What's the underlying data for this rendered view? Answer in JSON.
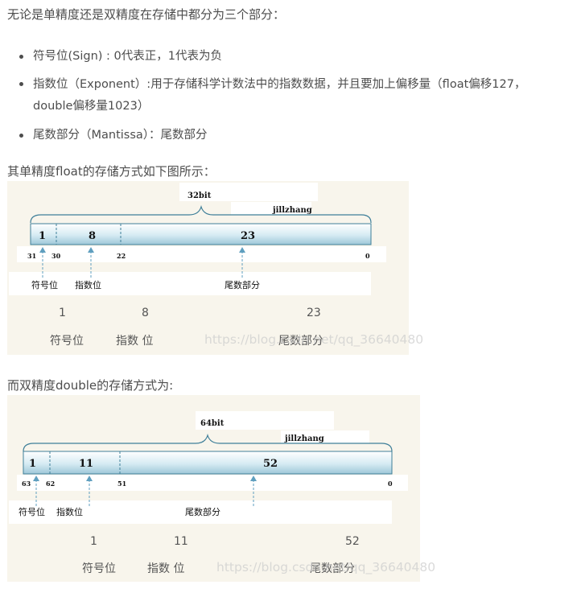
{
  "intro": "无论是单精度还是双精度在存储中都分为三个部分：",
  "bullets": [
    "符号位(Sign) : 0代表正，1代表为负",
    "指数位（Exponent）:用于存储科学计数法中的指数数据，并且要加上偏移量（float偏移127，double偏移量1023）",
    "尾数部分（Mantissa）：尾数部分"
  ],
  "float_title": "其单精度float的存储方式如下图所示：",
  "double_title": "而双精度double的存储方式为:",
  "float_diagram": {
    "bits_label": "32bit",
    "author": "jillzhang",
    "field_widths": [
      "1",
      "8",
      "23"
    ],
    "bit_positions": [
      "31",
      "30",
      "22",
      "0"
    ],
    "inner_labels": [
      "符号位",
      "指数位",
      "尾数部分"
    ],
    "caption_values": [
      "1",
      "8",
      "23"
    ],
    "caption_labels": [
      "符号位",
      "指数 位",
      "尾数部分"
    ],
    "watermark": "https://blog.csdn.net/qq_36640480"
  },
  "double_diagram": {
    "bits_label": "64bit",
    "author": "jillzhang",
    "field_widths": [
      "1",
      "11",
      "52"
    ],
    "bit_positions": [
      "63",
      "62",
      "51",
      "0"
    ],
    "inner_labels": [
      "符号位",
      "指数位",
      "尾数部分"
    ],
    "caption_values": [
      "1",
      "11",
      "52"
    ],
    "caption_labels": [
      "符号位",
      "指数 位",
      "尾数部分"
    ],
    "watermark": "https://blog.csdn.net/qq_36640480"
  },
  "colors": {
    "bar_top": "#ffffff",
    "bar_bottom": "#9ec7d8",
    "bar_border": "#3f7f99",
    "arrow": "#5f9fbf",
    "panel": "#f8f5ec"
  }
}
